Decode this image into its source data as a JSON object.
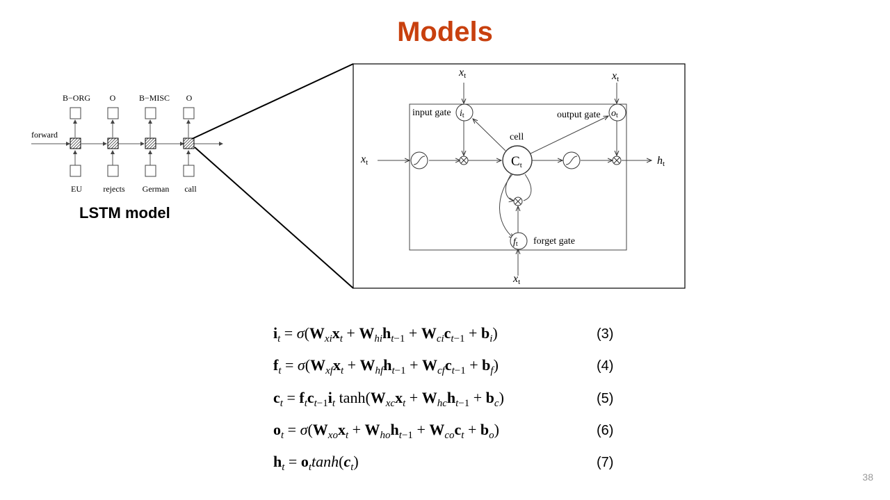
{
  "slide": {
    "title": "Models",
    "page_number": "38"
  },
  "lstm_chain": {
    "caption": "LSTM model",
    "direction_label": "forward",
    "outputs": [
      "B−ORG",
      "O",
      "B−MISC",
      "O"
    ],
    "inputs": [
      "EU",
      "rejects",
      "German",
      "call"
    ]
  },
  "cell_diagram": {
    "input_gate_label": "input gate",
    "output_gate_label": "output gate",
    "forget_gate_label": "forget gate",
    "cell_label": "cell",
    "cell_symbol": "C",
    "input_gate_symbol": "i",
    "output_gate_symbol": "o",
    "forget_gate_symbol": "f",
    "time_sub": "t",
    "x_symbol": "x",
    "h_symbol": "h"
  },
  "equations": {
    "eq3_number": "(3)",
    "eq4_number": "(4)",
    "eq5_number": "(5)",
    "eq6_number": "(6)",
    "eq7_number": "(7)"
  }
}
